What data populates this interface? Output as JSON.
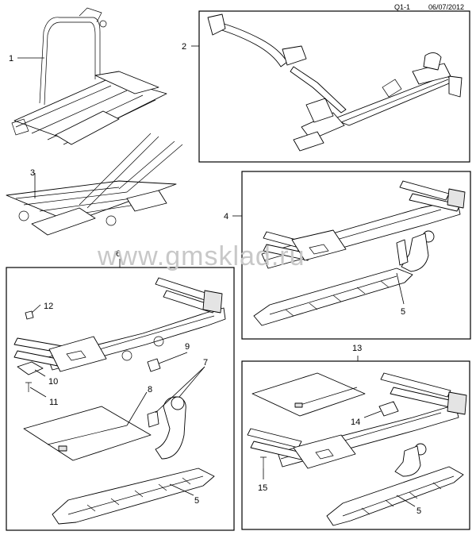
{
  "header": {
    "code": "Q1-1",
    "date": "06/07/2012"
  },
  "watermark": "www.gmsklad.ru",
  "callouts": {
    "c1": "1",
    "c2": "2",
    "c3": "3",
    "c4": "4",
    "c5a": "5",
    "c6": "6",
    "c12": "12",
    "c9": "9",
    "c7": "7",
    "c10": "10",
    "c8": "8",
    "c11": "11",
    "c5b": "5",
    "c13": "13",
    "c14": "14",
    "c15": "15",
    "c5c": "5"
  },
  "colors": {
    "line": "#000000",
    "fill": "#ffffff",
    "shade": "#e4e4e4",
    "watermark": "#c8c8c8"
  }
}
